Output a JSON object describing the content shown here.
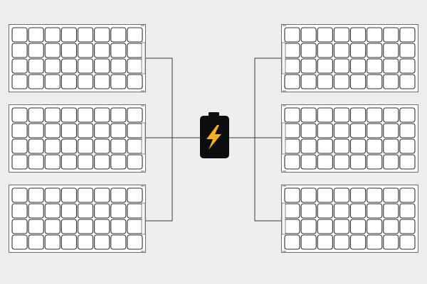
{
  "diagram": {
    "background_color": "#eeeeee",
    "panel": {
      "cell_fill": "#ffffff",
      "cell_stroke": "#2f2f2f",
      "frame_stroke": "#6e6e6e",
      "columns": 8,
      "rows": 4
    },
    "wire_color": "#3a3a3a",
    "battery": {
      "body_color": "#0d0d0d",
      "bolt_color": "#f6ae1a",
      "icon": "lightning-bolt-icon"
    },
    "left_panels": [
      {
        "id": "left-top"
      },
      {
        "id": "left-middle"
      },
      {
        "id": "left-bottom"
      }
    ],
    "right_panels": [
      {
        "id": "right-top"
      },
      {
        "id": "right-middle"
      },
      {
        "id": "right-bottom"
      }
    ]
  }
}
